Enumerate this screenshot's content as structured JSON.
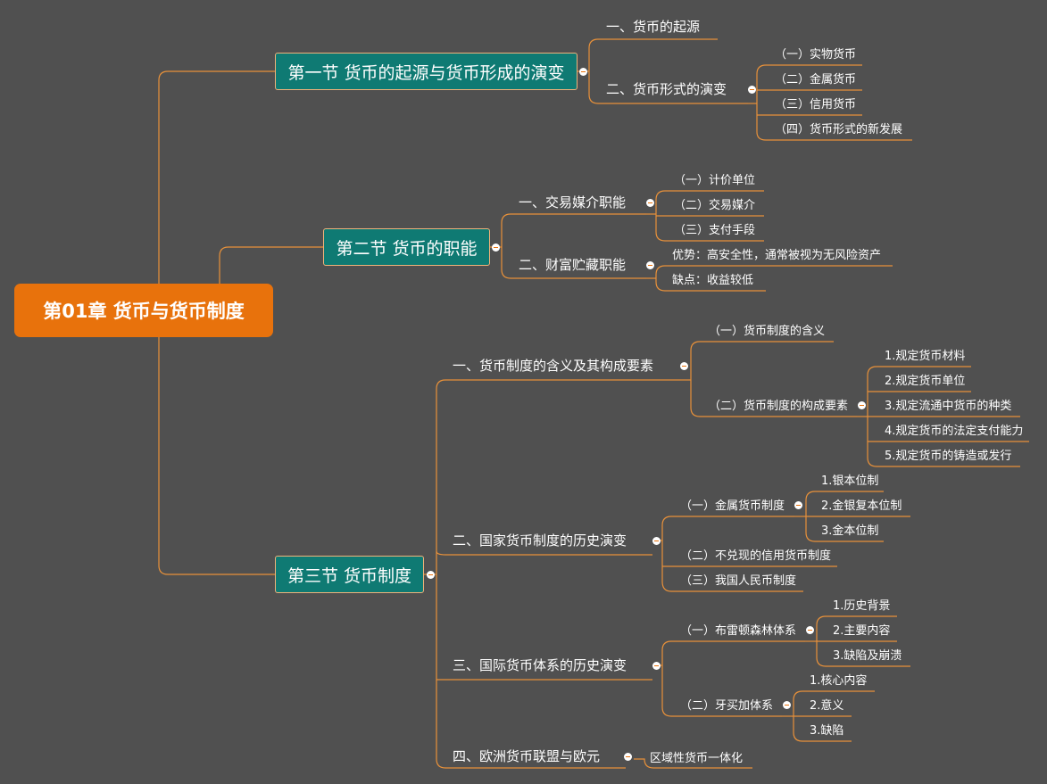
{
  "root": {
    "title": "第01章  货币与货币制度"
  },
  "sections": [
    {
      "title": "第一节 货币的起源与货币形成的演变",
      "topics": [
        {
          "label": "一、货币的起源",
          "items": []
        },
        {
          "label": "二、货币形式的演变",
          "items": [
            "（一）实物货币",
            "（二）金属货币",
            "（三）信用货币",
            "（四）货币形式的新发展"
          ]
        }
      ]
    },
    {
      "title": "第二节 货币的职能",
      "topics": [
        {
          "label": "一、交易媒介职能",
          "items": [
            "（一）计价单位",
            "（二）交易媒介",
            "（三）支付手段"
          ]
        },
        {
          "label": "二、财富贮藏职能",
          "items": [
            "优势：高安全性，通常被视为无风险资产",
            "缺点：收益较低"
          ]
        }
      ]
    },
    {
      "title": "第三节 货币制度",
      "topics": [
        {
          "label": "一、货币制度的含义及其构成要素",
          "subs": [
            {
              "label": "（一）货币制度的含义",
              "items": []
            },
            {
              "label": "（二）货币制度的构成要素",
              "items": [
                "1.规定货币材料",
                "2.规定货币单位",
                "3.规定流通中货币的种类",
                "4.规定货币的法定支付能力",
                "5.规定货币的铸造或发行"
              ]
            }
          ]
        },
        {
          "label": "二、国家货币制度的历史演变",
          "subs": [
            {
              "label": "（一）金属货币制度",
              "items": [
                "1.银本位制",
                "2.金银复本位制",
                "3.金本位制"
              ]
            },
            {
              "label": "（二）不兑现的信用货币制度",
              "items": []
            },
            {
              "label": "（三）我国人民币制度",
              "items": []
            }
          ]
        },
        {
          "label": "三、国际货币体系的历史演变",
          "subs": [
            {
              "label": "（一）布雷顿森林体系",
              "items": [
                "1.历史背景",
                "2.主要内容",
                "3.缺陷及崩溃"
              ]
            },
            {
              "label": "（二）牙买加体系",
              "items": [
                "1.核心内容",
                "2.意义",
                "3.缺陷"
              ]
            }
          ]
        },
        {
          "label": "四、欧洲货币联盟与欧元",
          "items": [
            "区域性货币一体化"
          ]
        }
      ]
    }
  ],
  "colors": {
    "background": "#505050",
    "root": "#e8720c",
    "section": "#0f7a73",
    "line": "#e8913a",
    "text": "#ffffff"
  }
}
